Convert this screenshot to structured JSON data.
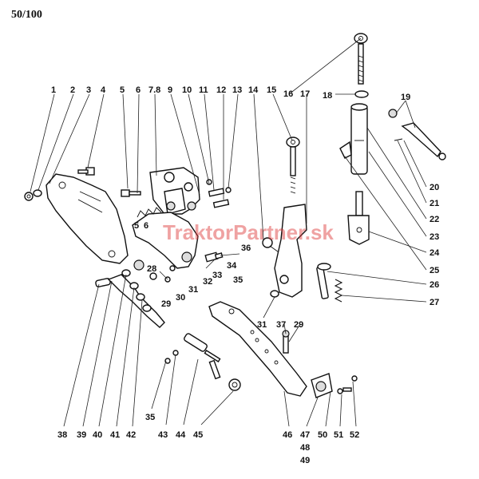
{
  "page": {
    "label": "50/100"
  },
  "watermark": {
    "text": "TraktorPartner.sk"
  },
  "callouts": {
    "top": [
      "1",
      "2",
      "3",
      "4",
      "5",
      "6",
      "7.8",
      "9",
      "10",
      "11",
      "12",
      "13",
      "14",
      "15",
      "16",
      "17",
      "18",
      "19"
    ],
    "right": [
      "20",
      "21",
      "22",
      "23",
      "24",
      "25",
      "26",
      "27"
    ],
    "mid": [
      "5",
      "6",
      "28",
      "29",
      "30",
      "31",
      "32",
      "33",
      "34",
      "35",
      "36",
      "31",
      "37",
      "29"
    ],
    "bottom": [
      "38",
      "39",
      "40",
      "41",
      "42",
      "35",
      "43",
      "44",
      "45",
      "46",
      "47",
      "48",
      "49",
      "50",
      "51",
      "52"
    ]
  }
}
